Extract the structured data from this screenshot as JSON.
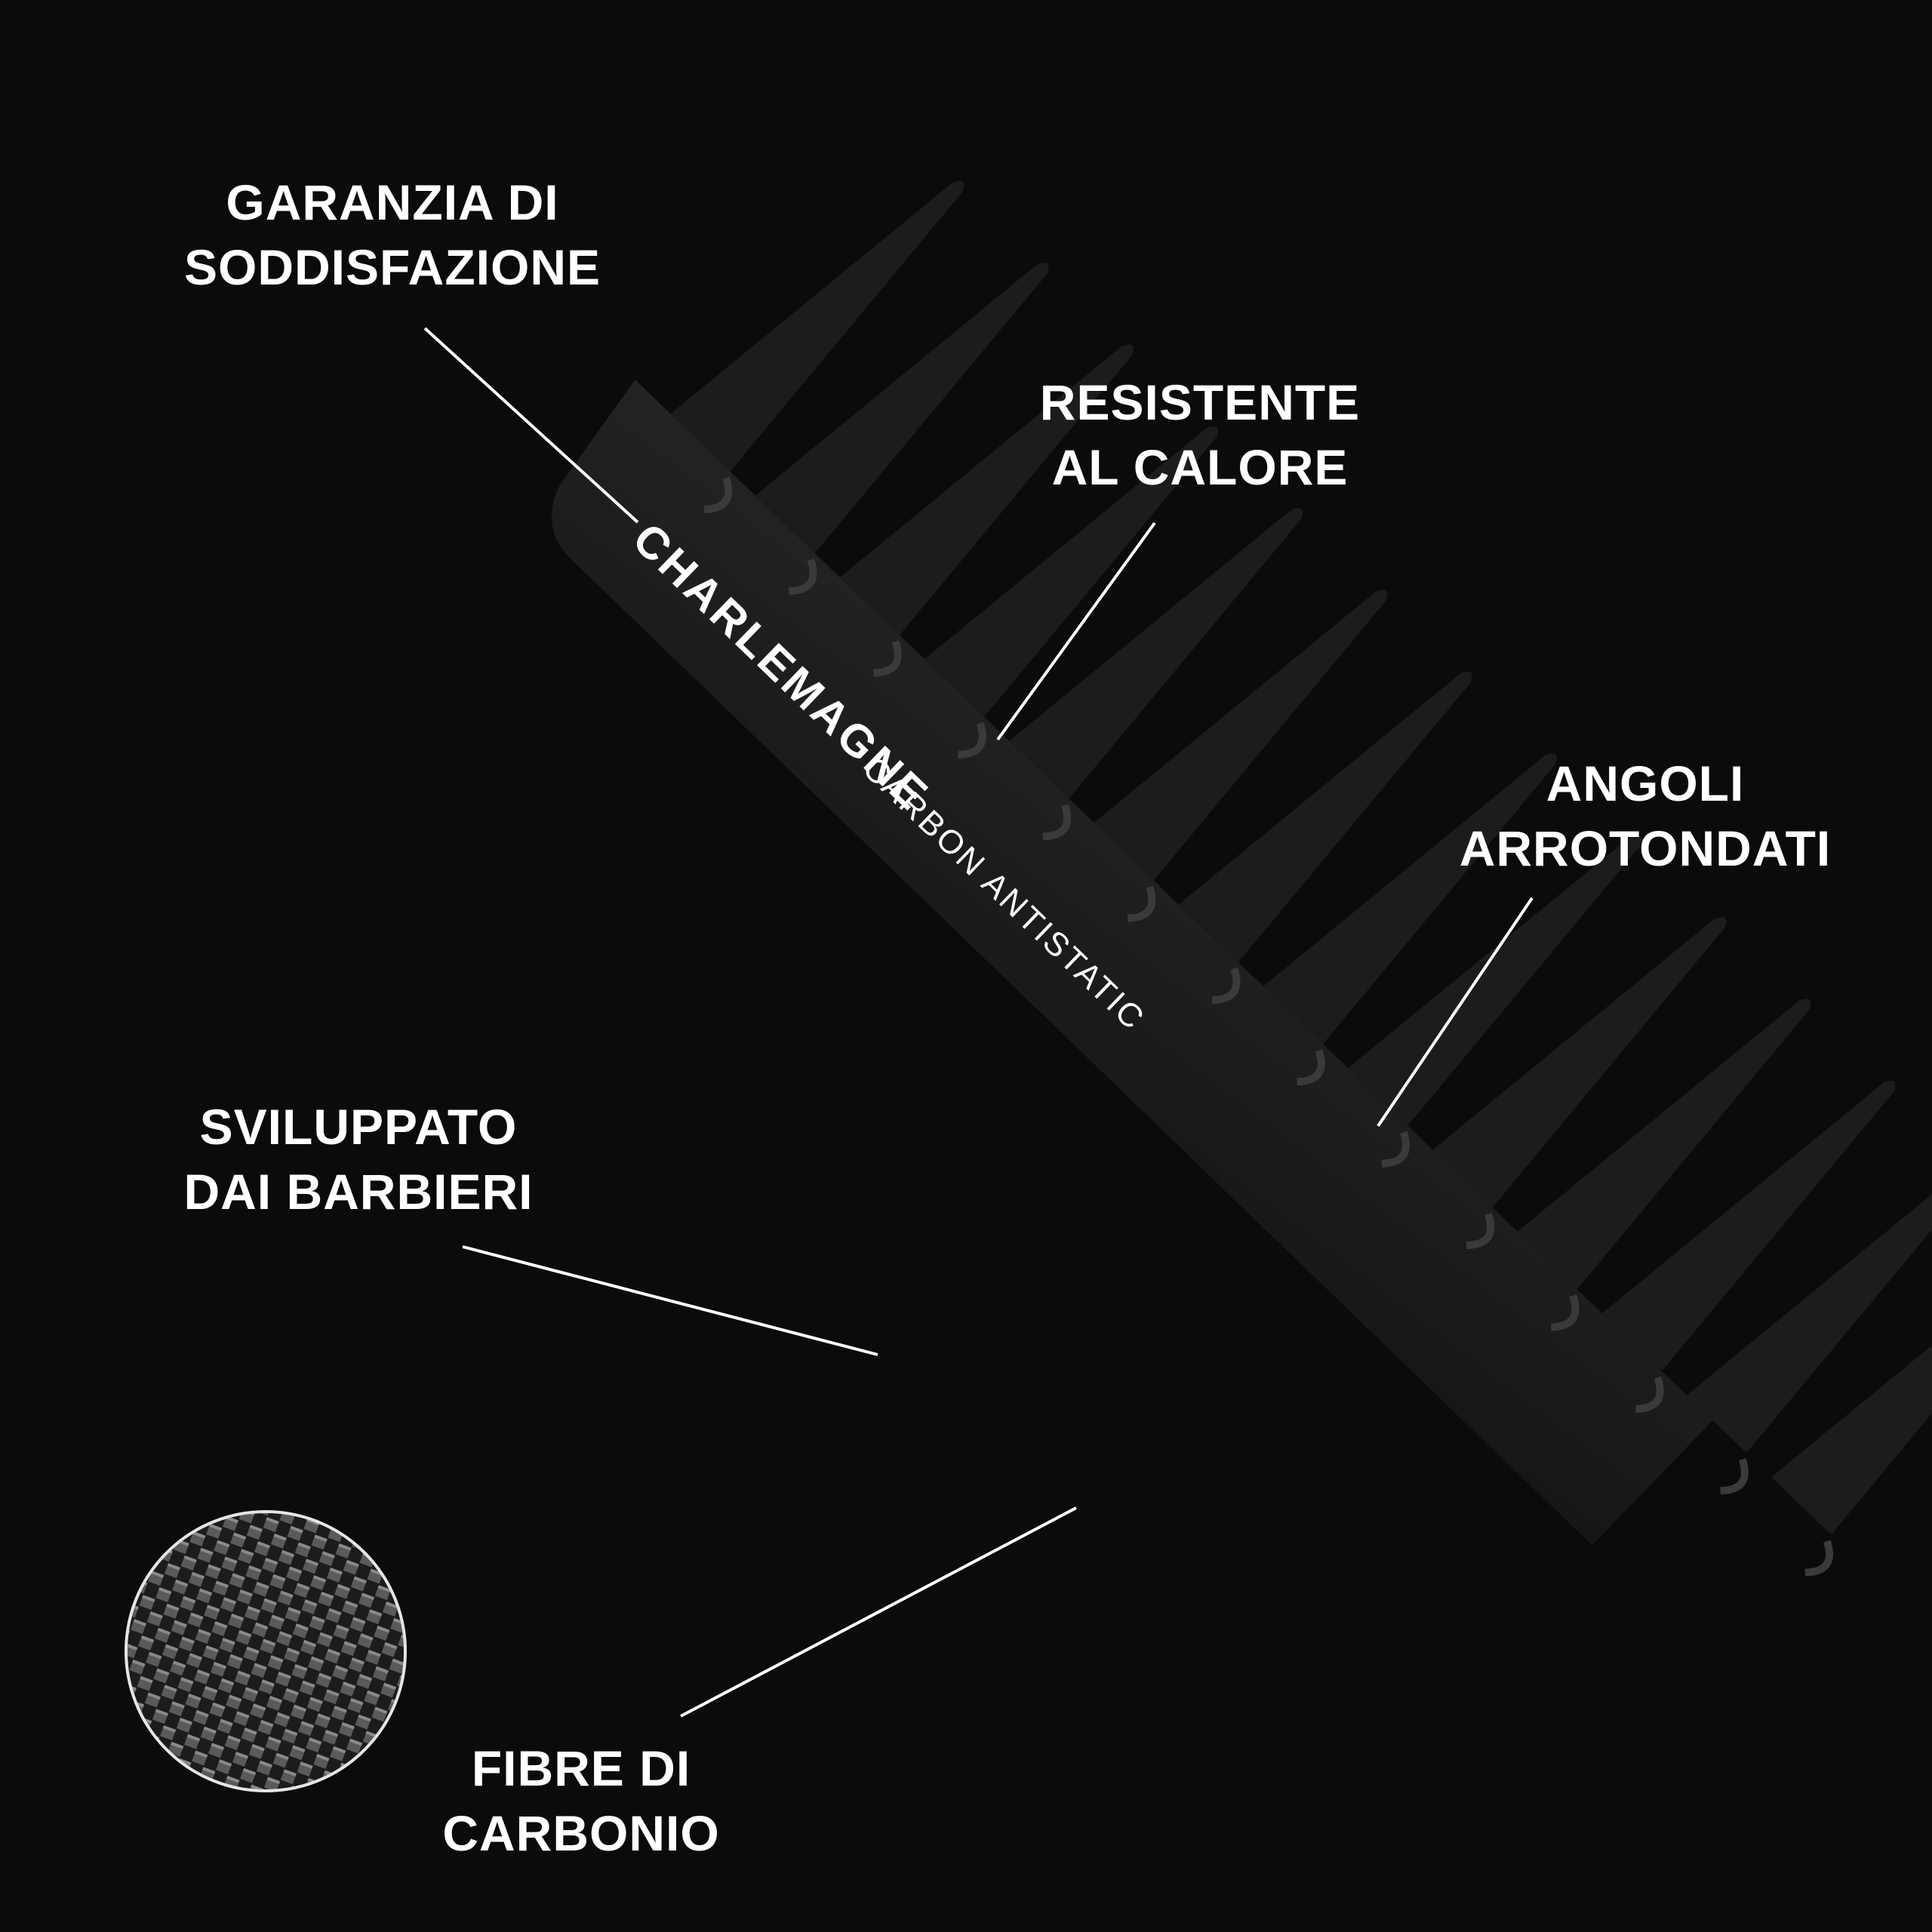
{
  "callouts": {
    "garanzia": {
      "line1": "GARANZIA DI",
      "line2": "SODDISFAZIONE"
    },
    "resistente": {
      "line1": "RESISTENTE",
      "line2": "AL CALORE"
    },
    "angoli": {
      "line1": "ANGOLI",
      "line2": "ARROTONDATI"
    },
    "sviluppato": {
      "line1": "SVILUPPATO",
      "line2": "DAI BARBIERI"
    },
    "fibre": {
      "line1": "FIBRE DI",
      "line2": "CARBONIO"
    }
  },
  "comb": {
    "brand": "CHARLEMAGNE",
    "subtitle": "CARBON ANTISTATIC"
  },
  "colors": {
    "background": "#0b0b0b",
    "comb": "#1a1a1a",
    "text": "#ffffff"
  }
}
